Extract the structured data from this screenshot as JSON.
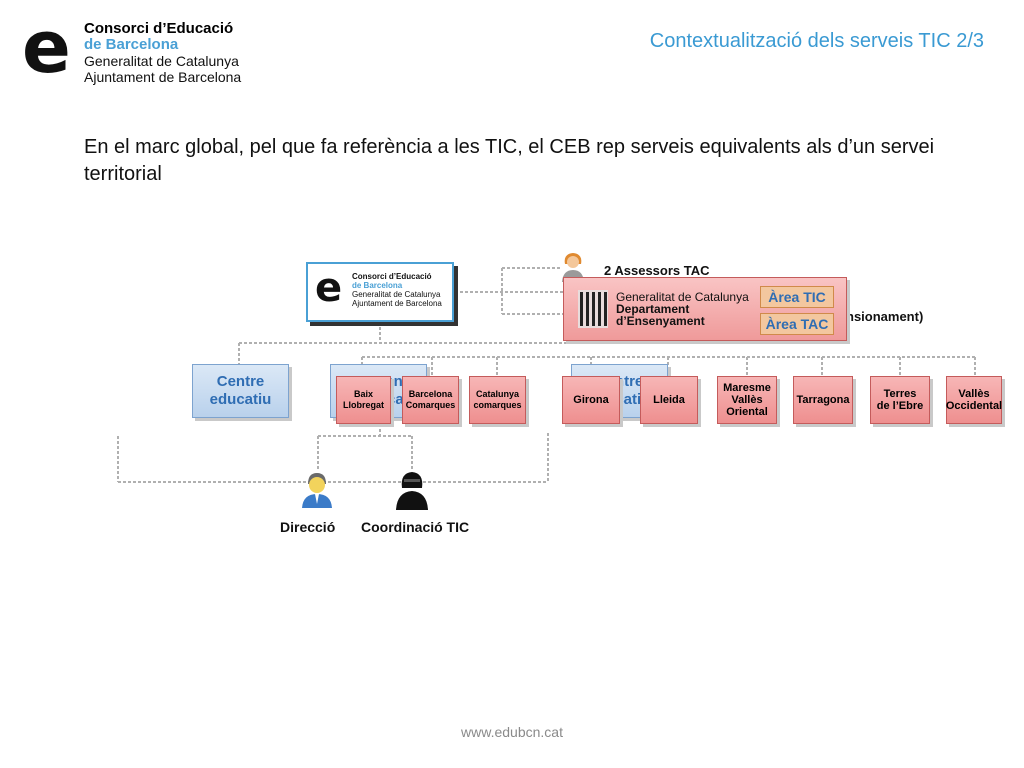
{
  "header": {
    "org_line1": "Consorci d’Educació",
    "org_line2": "de Barcelona",
    "org_line3": "Generalitat de Catalunya",
    "org_line4": "Ajuntament de Barcelona",
    "slide_title": "Contextualització dels serveis TIC 2/3"
  },
  "intro": "En el marc global, pel que fa referència a les TIC,  el CEB rep serveis equivalents als d’un servei territorial",
  "diagram": {
    "ceb_box": {
      "line1": "Consorci d’Educació",
      "line2": "de Barcelona",
      "line3": "Generalitat de Catalunya",
      "line4": "Ajuntament de Barcelona"
    },
    "assessors_label": "2 Assessors TAC",
    "partial_label": "nsionament)",
    "generalitat_box": {
      "line1": "Generalitat de Catalunya",
      "line2": "Departament",
      "line3": "d’Ensenyament",
      "area_tic": "Àrea TIC",
      "area_tac": "Àrea TAC"
    },
    "centre_boxes": [
      {
        "line1": "Centre",
        "line2": "educatiu"
      },
      {
        "line1": "Centre",
        "line2": "educatiu"
      },
      {
        "line1": "Centre",
        "line2": "educatiu"
      }
    ],
    "territories": [
      {
        "line1": "Baix",
        "line2": "Llobregat",
        "line3": ""
      },
      {
        "line1": "Barcelona",
        "line2": "Comarques",
        "line3": ""
      },
      {
        "line1": "Catalunya",
        "line2": "comarques",
        "line3": ""
      },
      {
        "line1": "Girona",
        "line2": "",
        "line3": ""
      },
      {
        "line1": "Lleida",
        "line2": "",
        "line3": ""
      },
      {
        "line1": "Maresme",
        "line2": "Vallès",
        "line3": "Oriental"
      },
      {
        "line1": "Tarragona",
        "line2": "",
        "line3": ""
      },
      {
        "line1": "Terres",
        "line2": "de l’Ebre",
        "line3": ""
      },
      {
        "line1": "Vallès",
        "line2": "Occidental",
        "line3": ""
      }
    ],
    "direccio_label": "Direcció",
    "coordinacio_label": "Coordinació TIC"
  },
  "footer": "www.edubcn.cat"
}
